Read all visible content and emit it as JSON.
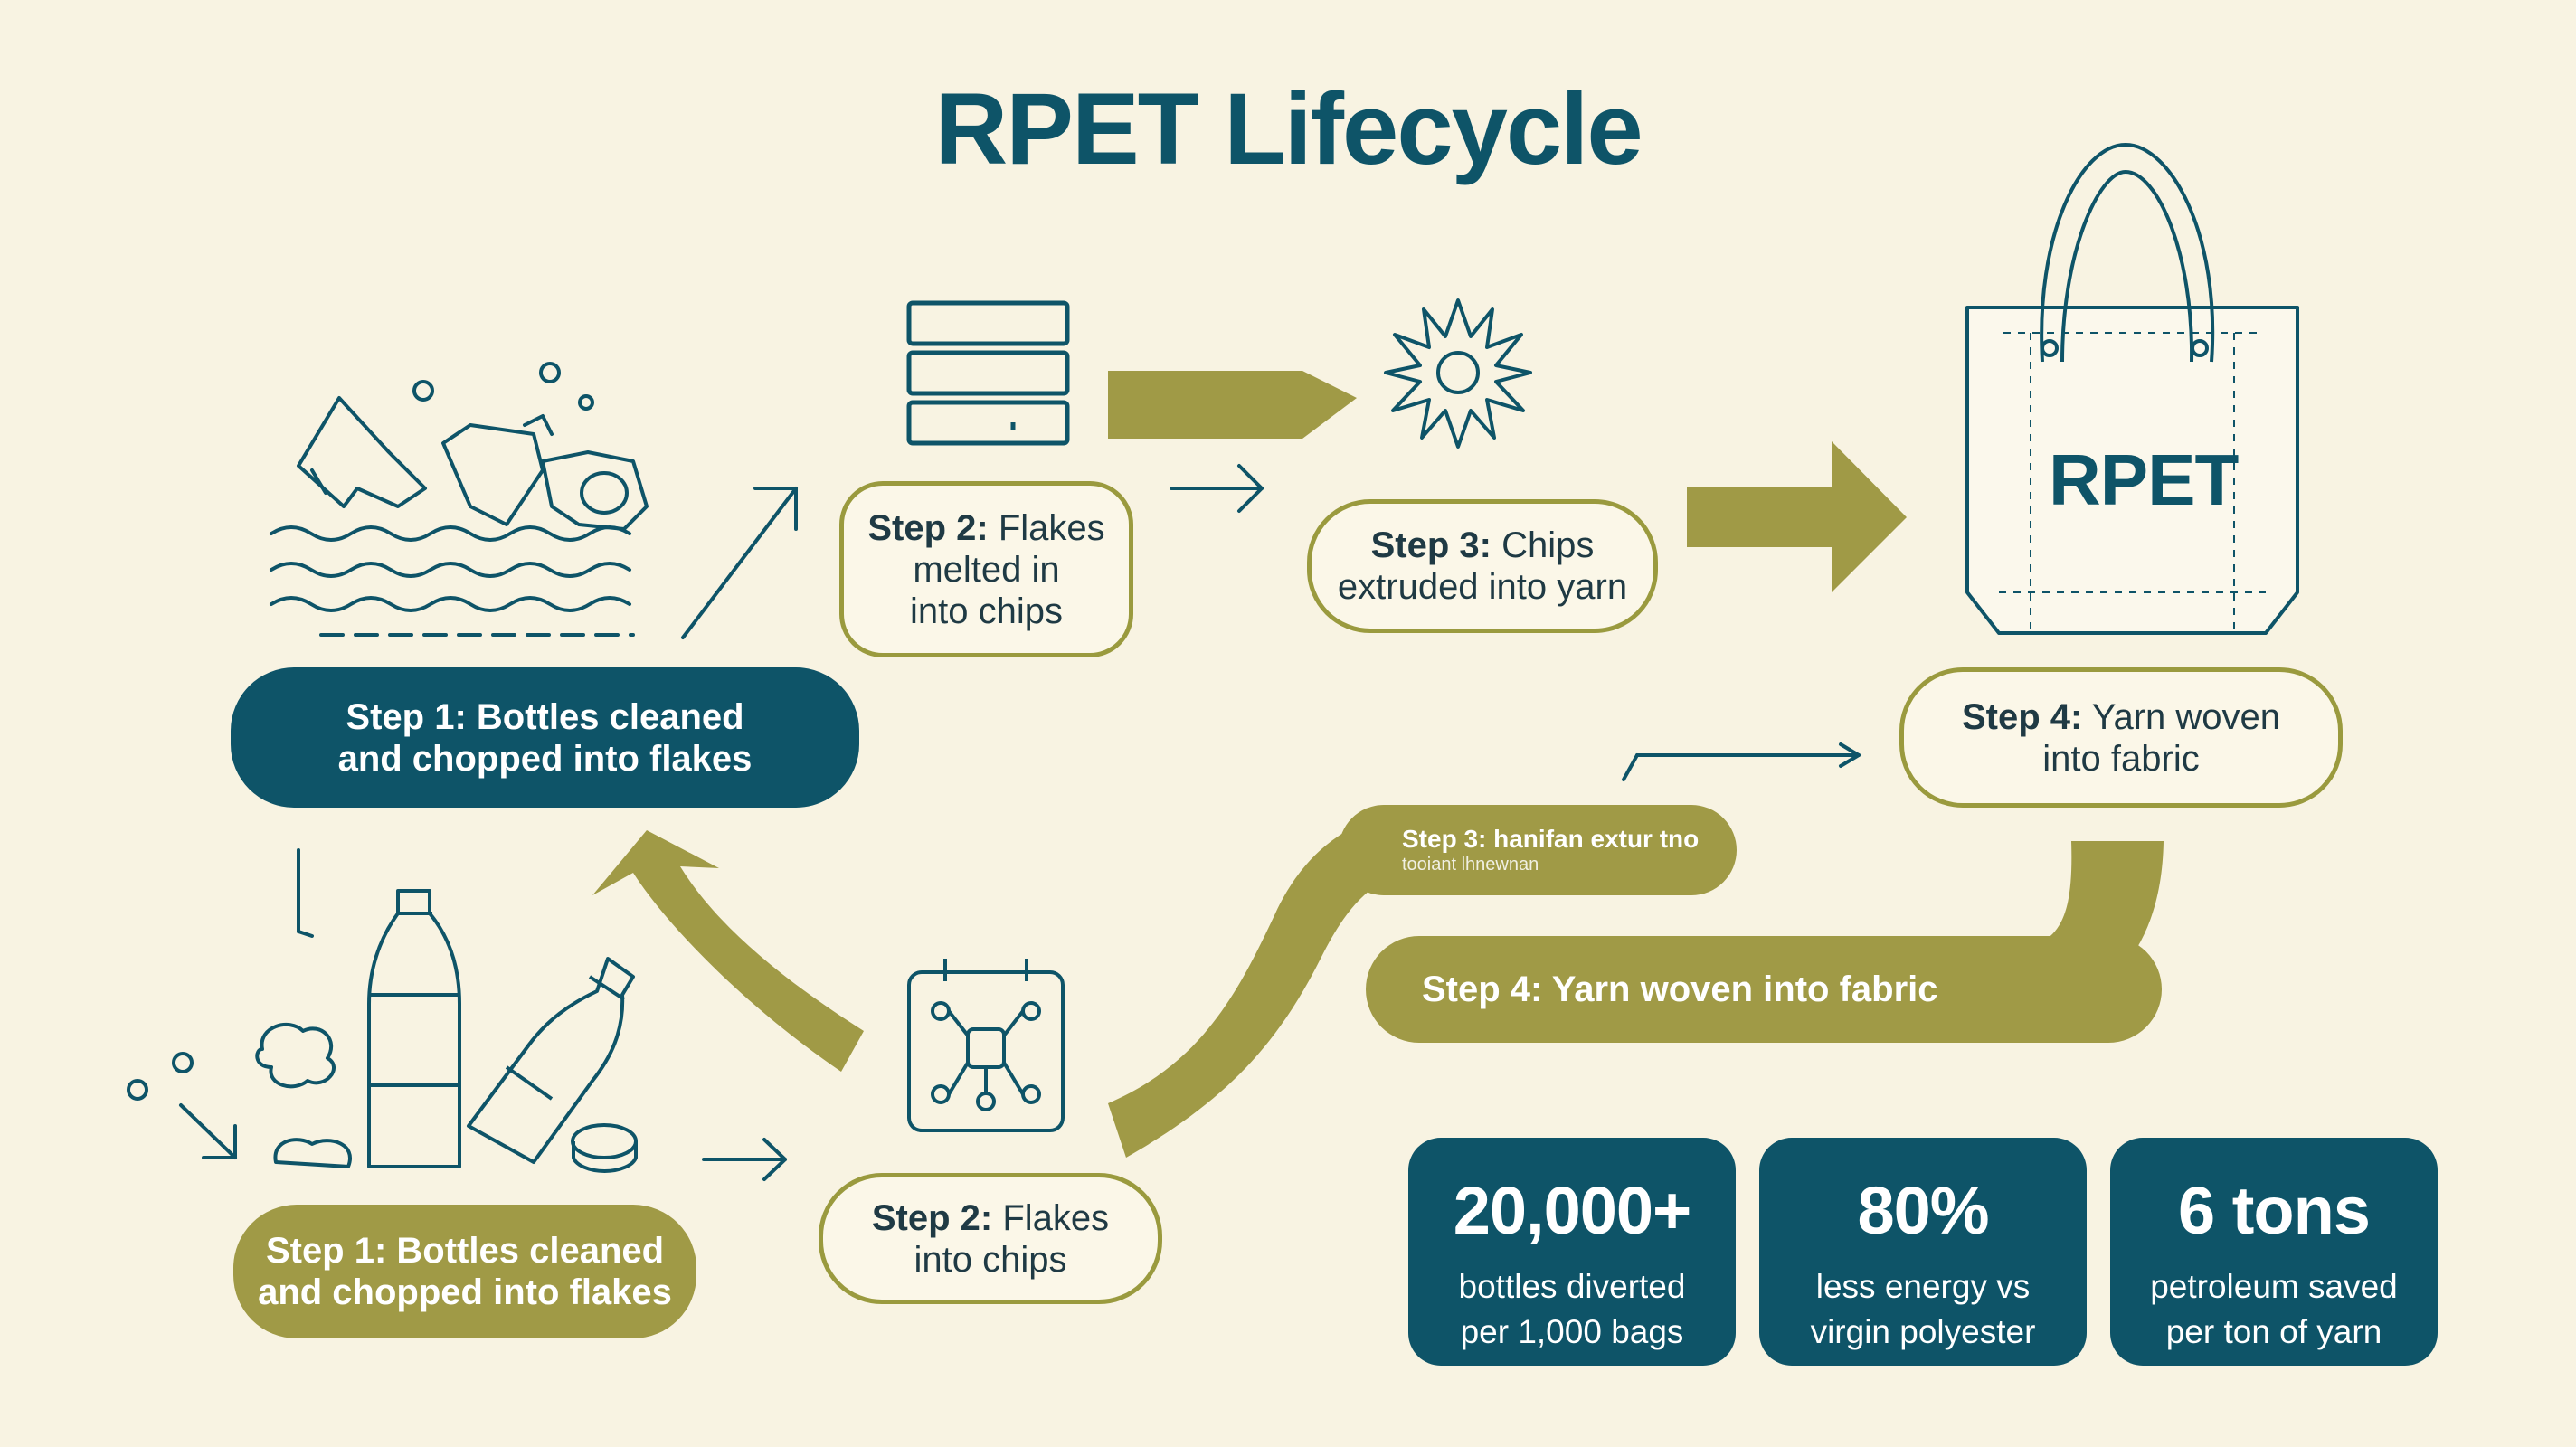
{
  "title": "RPET Lifecycle",
  "colors": {
    "teal": "#0e5468",
    "olive": "#a09a46",
    "background": "#f8f3e2",
    "outline": "#9a9a3e"
  },
  "steps": {
    "step1_top": {
      "lead": "Step 1:",
      "line1": "Bottles cleaned",
      "line2": "and chopped into flakes"
    },
    "step2_top": {
      "lead": "Step 2:",
      "line1": "Flakes",
      "line2": "melted in",
      "line3": "into chips"
    },
    "step3_top": {
      "lead": "Step 3:",
      "line1": "Chips",
      "line2": "extruded into yarn"
    },
    "step4_top": {
      "lead": "Step 4:",
      "line1": "Yarn woven",
      "line2": "into fabric"
    },
    "step3_band": {
      "line1": "Step 3: hanifan extur tno",
      "line2": "tooiant   lhnewnan"
    },
    "step4_band": {
      "text": "Step 4: Yarn woven into fabric"
    },
    "step1_bottom": {
      "line1": "Step 1: Bottles cleaned",
      "line2": "and chopped into flakes"
    },
    "step2_bottom": {
      "lead": "Step 2:",
      "line1": "Flakes",
      "line2": "into chips"
    }
  },
  "bag_label": "RPET",
  "stats": [
    {
      "value": "20,000+",
      "line1": "bottles diverted",
      "line2": "per 1,000 bags"
    },
    {
      "value": "80%",
      "line1": "less energy vs",
      "line2": "virgin polyester"
    },
    {
      "value": "6 tons",
      "line1": "petroleum saved",
      "line2": "per ton of yarn"
    }
  ],
  "icons": [
    "ocean-waste-icon",
    "server-stack-icon",
    "chip-burst-icon",
    "tote-bag-icon",
    "bottles-icon",
    "circuit-chip-icon"
  ]
}
